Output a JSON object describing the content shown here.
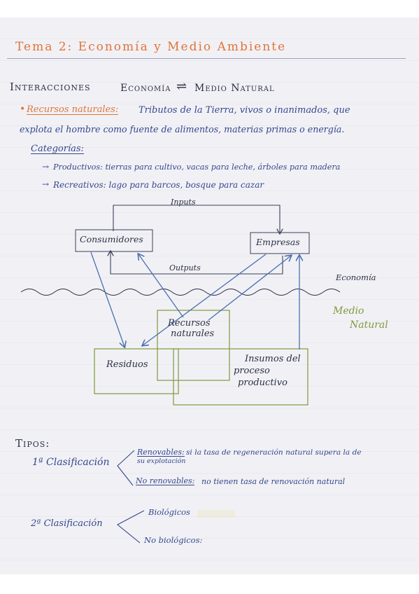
{
  "title": "Tema 2: Economía y Medio Ambiente",
  "section_heading": {
    "left": "Interacciones",
    "center": "Economía",
    "arrow": "⇌",
    "right": "Medio Natural"
  },
  "recursos": {
    "bullet": "•",
    "term": "Recursos naturales:",
    "line1": "Tributos de la Tierra, vivos o inanimados, que",
    "line2": "explota el hombre como fuente de alimentos, materias primas o energía."
  },
  "categorias": {
    "label": "Categorías:",
    "items": [
      {
        "arrow": "→",
        "text": "Productivos: tierras para cultivo, vacas para leche, árboles para madera"
      },
      {
        "arrow": "→",
        "text": "Recreativos: lago para barcos, bosque para cazar"
      }
    ]
  },
  "diagram": {
    "inputs": "Inputs",
    "outputs": "Outputs",
    "consumidores": "Consumidores",
    "empresas": "Empresas",
    "economia": "Economía",
    "medio": "Medio",
    "natural": "Natural",
    "recursos_line1": "Recursos",
    "recursos_line2": "naturales",
    "residuos": "Residuos",
    "insumos_line1": "Insumos del",
    "insumos_line2": "proceso",
    "insumos_line3": "productivo"
  },
  "tipos": {
    "heading": "Tipos:",
    "clasificacion1": {
      "label": "1ª Clasificación",
      "renovables_term": "Renovables:",
      "renovables_text1": "si la tasa de regeneración natural supera la de",
      "renovables_text2": "su explotación",
      "no_renovables_term": "No renovables:",
      "no_renovables_text": "no tienen tasa de renovación natural"
    },
    "clasificacion2": {
      "label": "2ª Clasificación",
      "item1": "Biológicos",
      "item2": "No biológicos:"
    }
  }
}
